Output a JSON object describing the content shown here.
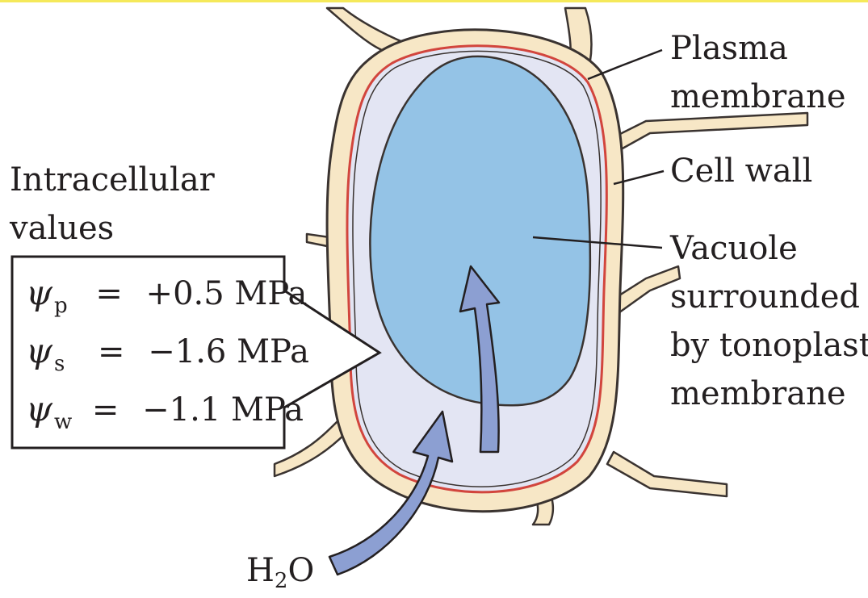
{
  "title_block": {
    "line1": "Intracellular",
    "line2": "values"
  },
  "values": [
    {
      "symbol": "ψ",
      "sub": "p",
      "eq": "=",
      "value": "+0.5 MPa"
    },
    {
      "symbol": "ψ",
      "sub": "s",
      "eq": "=",
      "value": "−1.6 MPa"
    },
    {
      "symbol": "ψ",
      "sub": "w",
      "eq": "=",
      "value": "−1.1 MPa"
    }
  ],
  "labels": {
    "plasma_membrane": [
      "Plasma",
      "membrane"
    ],
    "cell_wall": "Cell wall",
    "vacuole": [
      "Vacuole",
      "surrounded",
      "by tonoplast",
      "membrane"
    ]
  },
  "water": {
    "base": "H",
    "sub": "2",
    "tail": "O"
  },
  "colors": {
    "cell_wall": "#f7e7c6",
    "cell_wall_outline": "#3a3330",
    "plasma_membrane": "#d2453d",
    "cytoplasm": "#e3e5f3",
    "vacuole": "#94c3e6",
    "arrow": "#8c9fd2",
    "top_bar": "#f5e95a"
  }
}
